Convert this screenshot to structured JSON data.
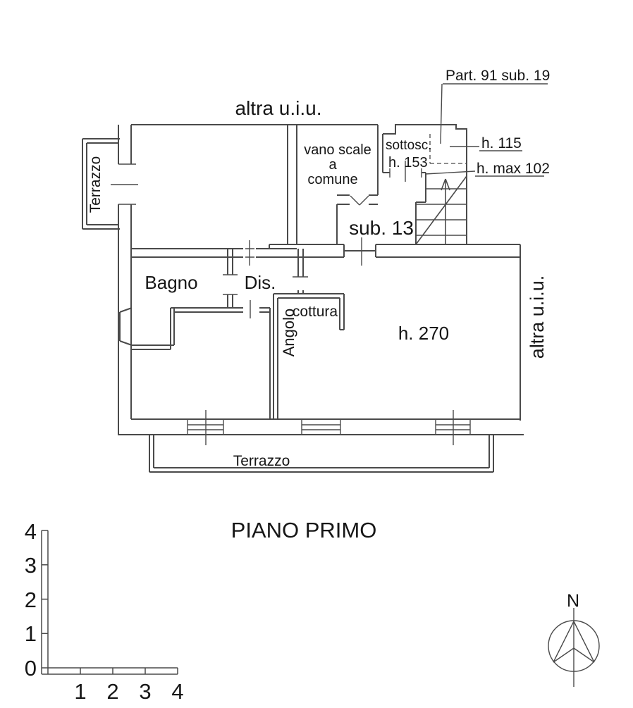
{
  "plan": {
    "labels": {
      "altra_uiu_top": "altra u.i.u.",
      "altra_uiu_right": "altra u.i.u.",
      "terrazzo_left": "Terrazzo",
      "terrazzo_bottom": "Terrazzo",
      "vano_scale_line1": "vano scale",
      "vano_scale_line2": "a",
      "vano_scale_line3": "comune",
      "sottotetto": "sottosc.",
      "h_153": "h. 153",
      "part_91_sub_19": "Part. 91 sub. 19",
      "h_115": "h. 115",
      "h_max_102": "h. max 102",
      "sub_13": "sub. 13",
      "bagno": "Bagno",
      "dis": "Dis.",
      "angolo": "Angolo",
      "cottura": "cottura",
      "h_270": "h. 270"
    },
    "title": "PIANO PRIMO",
    "compass": {
      "north_label": "N"
    },
    "scale_bar": {
      "vertical_labels": [
        "4",
        "3",
        "2",
        "1",
        "0"
      ],
      "horizontal_labels": [
        "1",
        "2",
        "3",
        "4"
      ]
    }
  }
}
